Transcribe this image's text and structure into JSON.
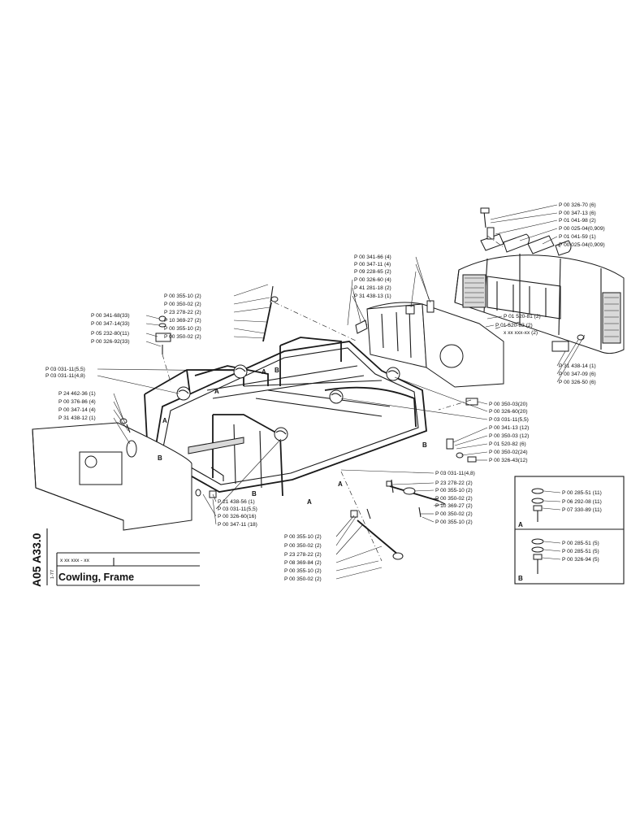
{
  "title_block": {
    "code_vertical": "A05 A33.0",
    "number_mask": "x xx xxx - xx",
    "date": "1-77",
    "title": "Cowling, Frame"
  },
  "callouts": {
    "top_right": [
      "P 00 326-70 (6)",
      "P 00 347-13 (6)",
      "P 01 041-98 (2)",
      "P 00 025-04(0,909)",
      "P 01 041-59 (1)",
      "P 00 025-04(0,909)"
    ],
    "right_side_a": [
      "P 01 520-81 (2)",
      "P 01 520-83 (2)",
      "x xx xxx-xx (2)"
    ],
    "right_side_b": [
      "P 31 438-14 (1)",
      "P 00 347-09 (6)",
      "P 00 326-50 (6)"
    ],
    "top_middle": [
      "P 00 341-66 (4)",
      "P 00 347-11 (4)",
      "P 09 228-65 (2)",
      "P 00 326-60 (4)",
      "P 41 281-18 (2)",
      "P 31 438-13 (1)"
    ],
    "upper_left_strut": [
      "P 00 355-10 (2)",
      "P 00 350-02 (2)",
      "P 23 278-22 (2)",
      "P 10 369-27 (2)",
      "P 00 355-10 (2)",
      "P 00 350-02 (2)"
    ],
    "left_plate": [
      "P 00 341-68(33)",
      "P 00 347-14(33)",
      "P 05 232-80(11)",
      "P 00 326-92(33)"
    ],
    "left_frame": [
      "P 03 031-11(5,5)",
      "P 03 031-11(4,8)"
    ],
    "left_panel": [
      "P 24 462-36 (1)",
      "P 00 376-86 (4)",
      "P 00 347-14 (4)",
      "P 31 438-12 (1)"
    ],
    "right_middle": [
      "P 00 350-03(20)",
      "P 00 326-60(20)",
      "P 03 031-11(5,5)",
      "P 00 341-13 (12)",
      "P 00 350-03 (12)",
      "P 01 520-82 (6)",
      "P 00 350-02(24)",
      "P 00 326-43(12)"
    ],
    "right_lower": [
      "P 03 031-11(4,8)",
      "P 23 278-22 (2)",
      "P 00 355-10 (2)",
      "P 00 350-02 (2)",
      "P 10 369-27 (2)",
      "P 00 350-02 (2)",
      "P 00 355-10 (2)"
    ],
    "bottom_center": [
      "P 21 438-56 (1)",
      "P 03 031-11(5,5)",
      "P 00 326-60(16)",
      "P 00 347-11 (18)"
    ],
    "lower_strut": [
      "P 00 355-10 (2)",
      "P 00 350-02 (2)",
      "P 23 278-22 (2)",
      "P 08 369-84 (2)",
      "P 00 355-10 (2)",
      "P 00 350-02 (2)"
    ],
    "detail_a": [
      "P 00 285-51 (11)",
      "P 06 292-08 (11)",
      "P 07 330-89 (11)"
    ],
    "detail_b": [
      "P 00 285-51 (5)",
      "P 00 285-51 (5)",
      "P 00 326-94 (5)"
    ]
  },
  "markers": {
    "a": "A",
    "b": "B"
  }
}
